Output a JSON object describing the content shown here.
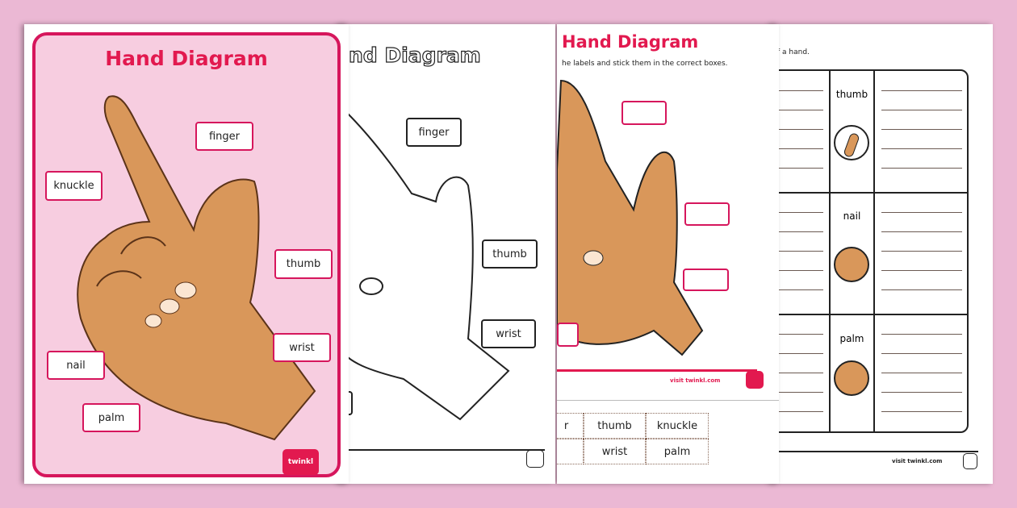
{
  "colors": {
    "background": "#ebb8d4",
    "accent": "#d6165c",
    "poster_fill": "#f7cde0",
    "skin": "#d9975a"
  },
  "poster": {
    "title": "Hand Diagram",
    "labels": {
      "finger": "finger",
      "knuckle": "knuckle",
      "thumb": "thumb",
      "nail": "nail",
      "wrist": "wrist",
      "palm": "palm"
    },
    "logo": "twinkl"
  },
  "colouring": {
    "title": "nd Diagram",
    "labels": {
      "finger": "finger",
      "thumb": "thumb",
      "wrist": "wrist"
    }
  },
  "cut_stick": {
    "title": "Hand Diagram",
    "instruction": "he labels and stick them in the correct boxes.",
    "footer": "visit twinkl.com",
    "cut_labels": [
      "r",
      "thumb",
      "knuckle",
      "",
      "wrist",
      "palm"
    ]
  },
  "table_sheet": {
    "instruction": "f a hand.",
    "rows": [
      {
        "label": "thumb"
      },
      {
        "label": "nail"
      },
      {
        "label": "palm"
      }
    ],
    "footer": "visit twinkl.com"
  }
}
